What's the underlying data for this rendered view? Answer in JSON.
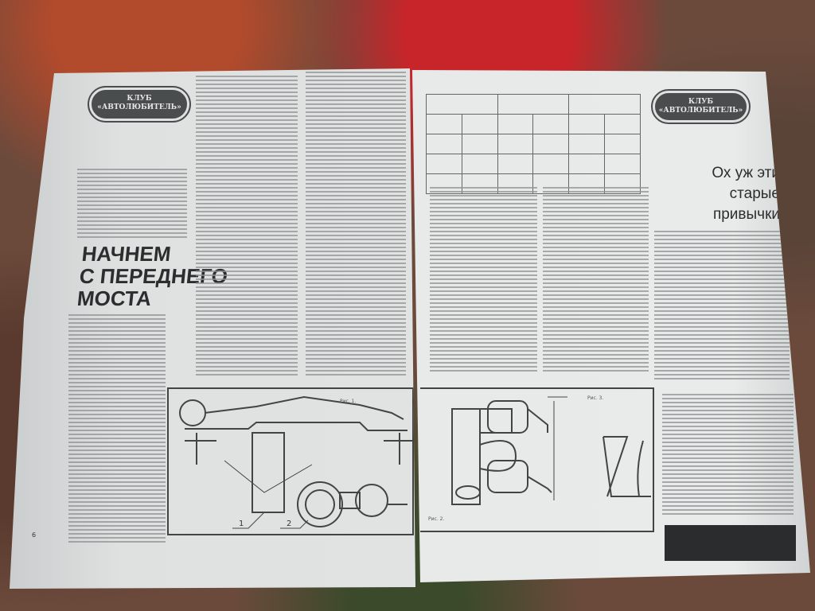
{
  "left_page": {
    "club_badge": "КЛУБ «АВТОЛЮБИТЕЛЬ»",
    "headline": [
      "НАЧНЕМ",
      "С ПЕРЕДНЕГО",
      "МОСТА"
    ],
    "figure1": {
      "caption": "Рис. 1.",
      "labels": [
        "1",
        "2"
      ]
    },
    "page_number": "6"
  },
  "right_page": {
    "club_badge": "КЛУБ «АВТОЛЮБИТЕЛЬ»",
    "headline": [
      "Ох уж эти",
      "старые",
      "привычки"
    ],
    "figure2": {
      "caption": "Рис. 2."
    },
    "figure3": {
      "caption": "Рис. 3."
    }
  }
}
